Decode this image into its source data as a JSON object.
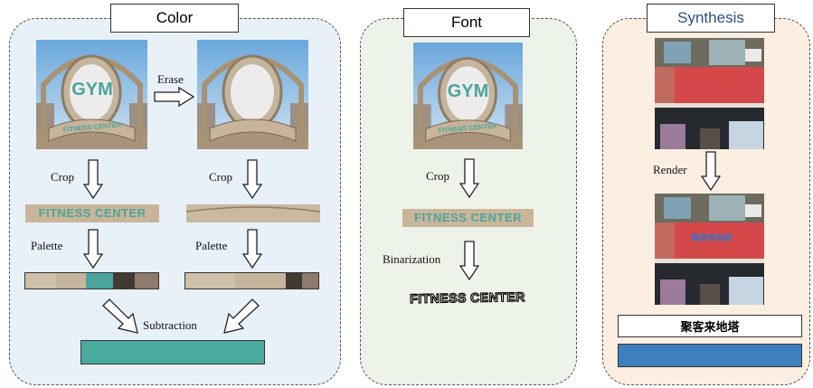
{
  "panels": {
    "color": {
      "title": "Color"
    },
    "font": {
      "title": "Font"
    },
    "synthesis": {
      "title": "Synthesis"
    }
  },
  "sign": {
    "big_text": "GYM",
    "small_text": "FITNESS CENTER"
  },
  "labels": {
    "erase": "Erase",
    "crop": "Crop",
    "palette": "Palette",
    "subtraction": "Subtraction",
    "binarization": "Binarization",
    "render": "Render"
  },
  "synthesis_text": "聚客来地塔",
  "colors": {
    "color_panel_bg": "#e8f0f8",
    "font_panel_bg": "#eef3ea",
    "synthesis_panel_bg": "#fcefe2",
    "sign_tan": "#c9b59a",
    "text_teal": "#4aa59c",
    "result_teal": "#4aaa9e",
    "shop_red": "#d4484a",
    "result_blue": "#3f7fbf",
    "palette_left": [
      "#cfc0aa",
      "#c6b59d",
      "#4aa59c",
      "#403a33",
      "#8c7b6a"
    ],
    "palette_right": [
      "#cfc0aa",
      "#c6b59d",
      "#403a33",
      "#8c7b6a"
    ]
  }
}
